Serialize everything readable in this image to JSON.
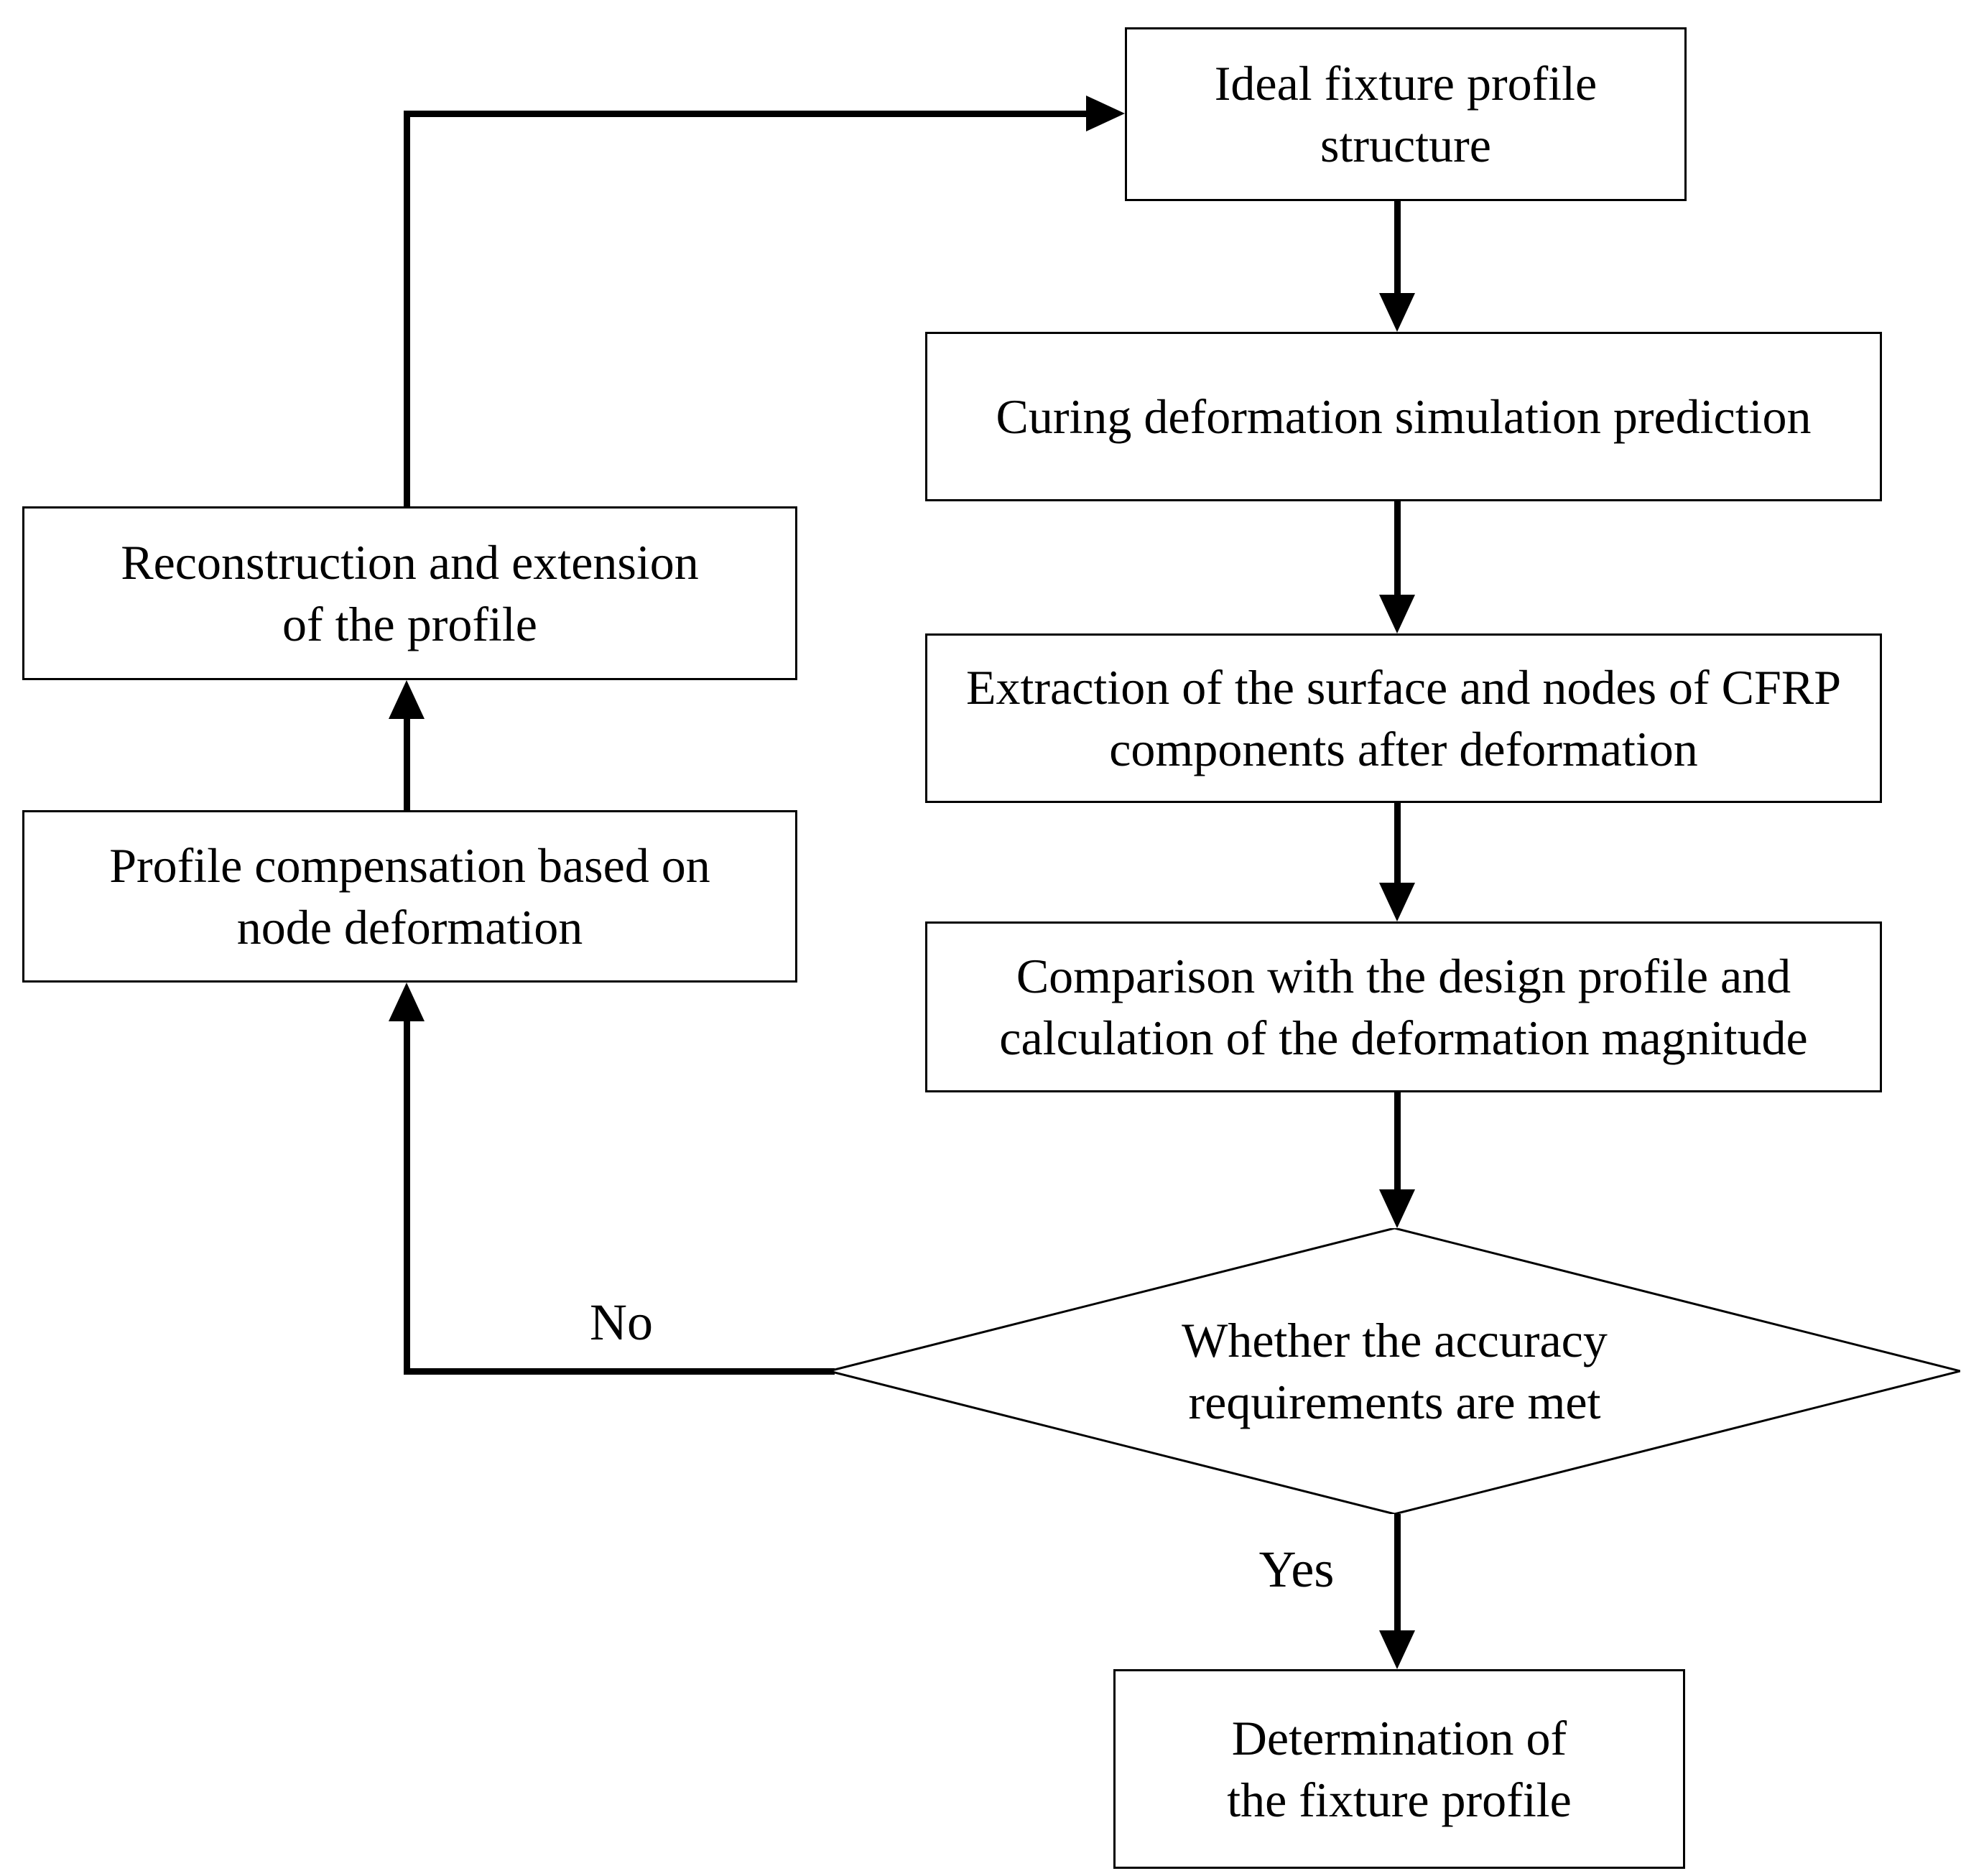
{
  "nodes": {
    "ideal": {
      "line1": "Ideal fixture profile",
      "line2": "structure"
    },
    "curing": {
      "line1": "Curing deformation simulation prediction"
    },
    "extraction": {
      "line1": "Extraction of the surface and nodes of CFRP",
      "line2": "components after deformation"
    },
    "comparison": {
      "line1": "Comparison with the design profile and",
      "line2": "calculation of the deformation magnitude"
    },
    "decision": {
      "line1": "Whether the accuracy",
      "line2": "requirements are met"
    },
    "determination": {
      "line1": "Determination of",
      "line2": "the fixture profile"
    },
    "reconstruction": {
      "line1": "Reconstruction and extension",
      "line2": "of the profile"
    },
    "compensation": {
      "line1": "Profile compensation based on",
      "line2": "node deformation"
    }
  },
  "edge_labels": {
    "yes": "Yes",
    "no": "No"
  },
  "colors": {
    "line": "#000000",
    "fill": "#ffffff",
    "text": "#000000"
  }
}
